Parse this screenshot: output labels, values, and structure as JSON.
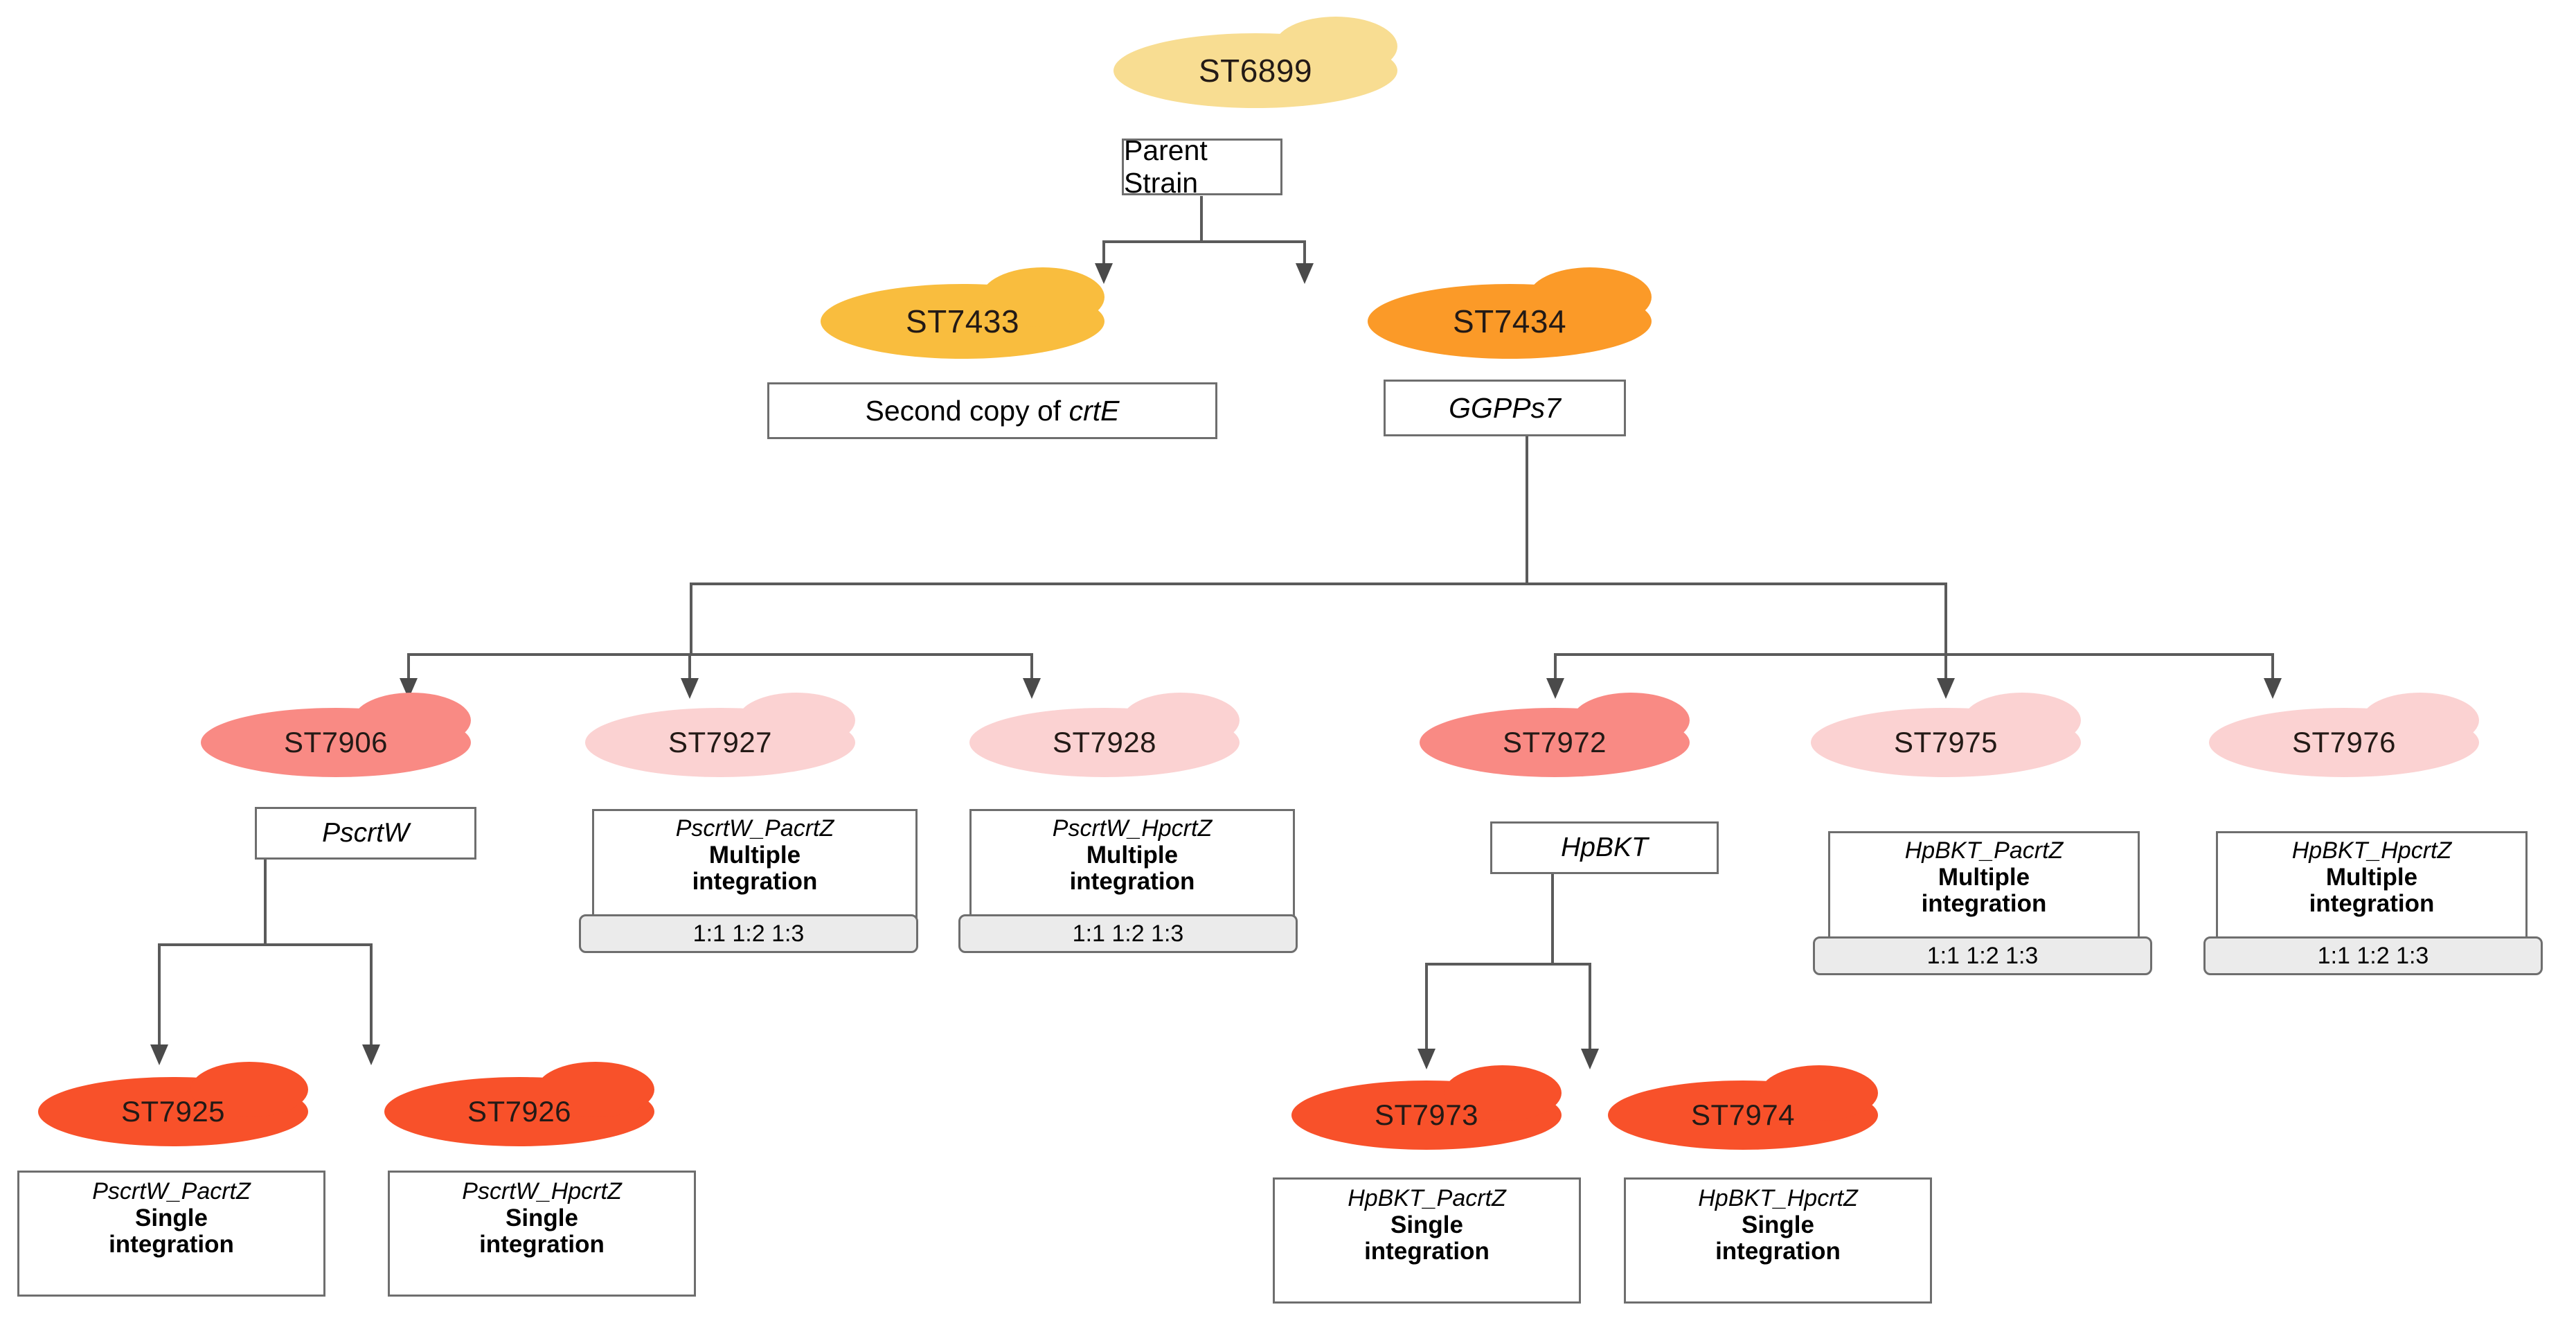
{
  "diagram": {
    "title": "Strain lineage diagram",
    "colors": {
      "parent": "#f8dd92",
      "gen2a": "#f9bd3e",
      "gen2b": "#fb9a28",
      "gen3_strong": "#f98a84",
      "gen3_light": "#fbd2d2",
      "gen4": "#f8512a",
      "box_border": "#6e6e6e",
      "connector": "#5a5a5a",
      "ratio_bg": "#ebebeb"
    },
    "nodes": [
      {
        "id": "ST6899",
        "label": "ST6899",
        "color_key": "parent",
        "box": {
          "lines": [
            {
              "text": "Parent Strain",
              "style": "normal"
            }
          ]
        }
      },
      {
        "id": "ST7433",
        "label": "ST7433",
        "color_key": "gen2a",
        "box": {
          "lines": [
            {
              "text": "Second copy of ",
              "style": "normal",
              "italic_tail": "crtE"
            }
          ]
        }
      },
      {
        "id": "ST7434",
        "label": "ST7434",
        "color_key": "gen2b",
        "box": {
          "lines": [
            {
              "text": "GGPPs7",
              "style": "italic"
            }
          ]
        }
      },
      {
        "id": "ST7906",
        "label": "ST7906",
        "color_key": "gen3_strong",
        "box": {
          "lines": [
            {
              "text": "PscrtW",
              "style": "italic"
            }
          ]
        }
      },
      {
        "id": "ST7927",
        "label": "ST7927",
        "color_key": "gen3_light",
        "box": {
          "lines": [
            {
              "text": "PscrtW_PacrtZ",
              "style": "italic"
            },
            {
              "text": "Multiple integration",
              "style": "bold"
            }
          ]
        },
        "ratio": "1:1   1:2   1:3"
      },
      {
        "id": "ST7928",
        "label": "ST7928",
        "color_key": "gen3_light",
        "box": {
          "lines": [
            {
              "text": "PscrtW_HpcrtZ",
              "style": "italic"
            },
            {
              "text": "Multiple integration",
              "style": "bold"
            }
          ]
        },
        "ratio": "1:1   1:2   1:3"
      },
      {
        "id": "ST7972",
        "label": "ST7972",
        "color_key": "gen3_strong",
        "box": {
          "lines": [
            {
              "text": "HpBKT",
              "style": "italic"
            }
          ]
        }
      },
      {
        "id": "ST7975",
        "label": "ST7975",
        "color_key": "gen3_light",
        "box": {
          "lines": [
            {
              "text": "HpBKT_PacrtZ",
              "style": "italic"
            },
            {
              "text": "Multiple integration",
              "style": "bold"
            }
          ]
        },
        "ratio": "1:1   1:2   1:3"
      },
      {
        "id": "ST7976",
        "label": "ST7976",
        "color_key": "gen3_light",
        "box": {
          "lines": [
            {
              "text": "HpBKT_HpcrtZ",
              "style": "italic"
            },
            {
              "text": "Multiple integration",
              "style": "bold"
            }
          ]
        },
        "ratio": "1:1   1:2   1:3"
      },
      {
        "id": "ST7925",
        "label": "ST7925",
        "color_key": "gen4",
        "box": {
          "lines": [
            {
              "text": "PscrtW_PacrtZ",
              "style": "italic"
            },
            {
              "text": "Single integration",
              "style": "bold"
            }
          ]
        }
      },
      {
        "id": "ST7926",
        "label": "ST7926",
        "color_key": "gen4",
        "box": {
          "lines": [
            {
              "text": "PscrtW_HpcrtZ",
              "style": "italic"
            },
            {
              "text": "Single integration",
              "style": "bold"
            }
          ]
        }
      },
      {
        "id": "ST7973",
        "label": "ST7973",
        "color_key": "gen4",
        "box": {
          "lines": [
            {
              "text": "HpBKT_PacrtZ",
              "style": "italic"
            },
            {
              "text": "Single integration",
              "style": "bold"
            }
          ]
        }
      },
      {
        "id": "ST7974",
        "label": "ST7974",
        "color_key": "gen4",
        "box": {
          "lines": [
            {
              "text": "HpBKT_HpcrtZ",
              "style": "italic"
            },
            {
              "text": "Single integration",
              "style": "bold"
            }
          ]
        }
      }
    ],
    "labels": {
      "parent_strain": "Parent Strain",
      "second_copy_prefix": "Second copy of ",
      "second_copy_gene": "crtE",
      "ggpps7": "GGPPs7",
      "pscrtw": "PscrtW",
      "hpbkt": "HpBKT",
      "pscrtw_pacrtz": "PscrtW_PacrtZ",
      "pscrtw_hpcrtz": "PscrtW_HpcrtZ",
      "hpbkt_pacrtz": "HpBKT_PacrtZ",
      "hpbkt_hpcrtz": "HpBKT_HpcrtZ",
      "multiple": "Multiple",
      "integration": "integration",
      "single": "Single",
      "ratios": "1:1   1:2   1:3",
      "st6899": "ST6899",
      "st7433": "ST7433",
      "st7434": "ST7434",
      "st7906": "ST7906",
      "st7927": "ST7927",
      "st7928": "ST7928",
      "st7972": "ST7972",
      "st7975": "ST7975",
      "st7976": "ST7976",
      "st7925": "ST7925",
      "st7926": "ST7926",
      "st7973": "ST7973",
      "st7974": "ST7974"
    }
  }
}
